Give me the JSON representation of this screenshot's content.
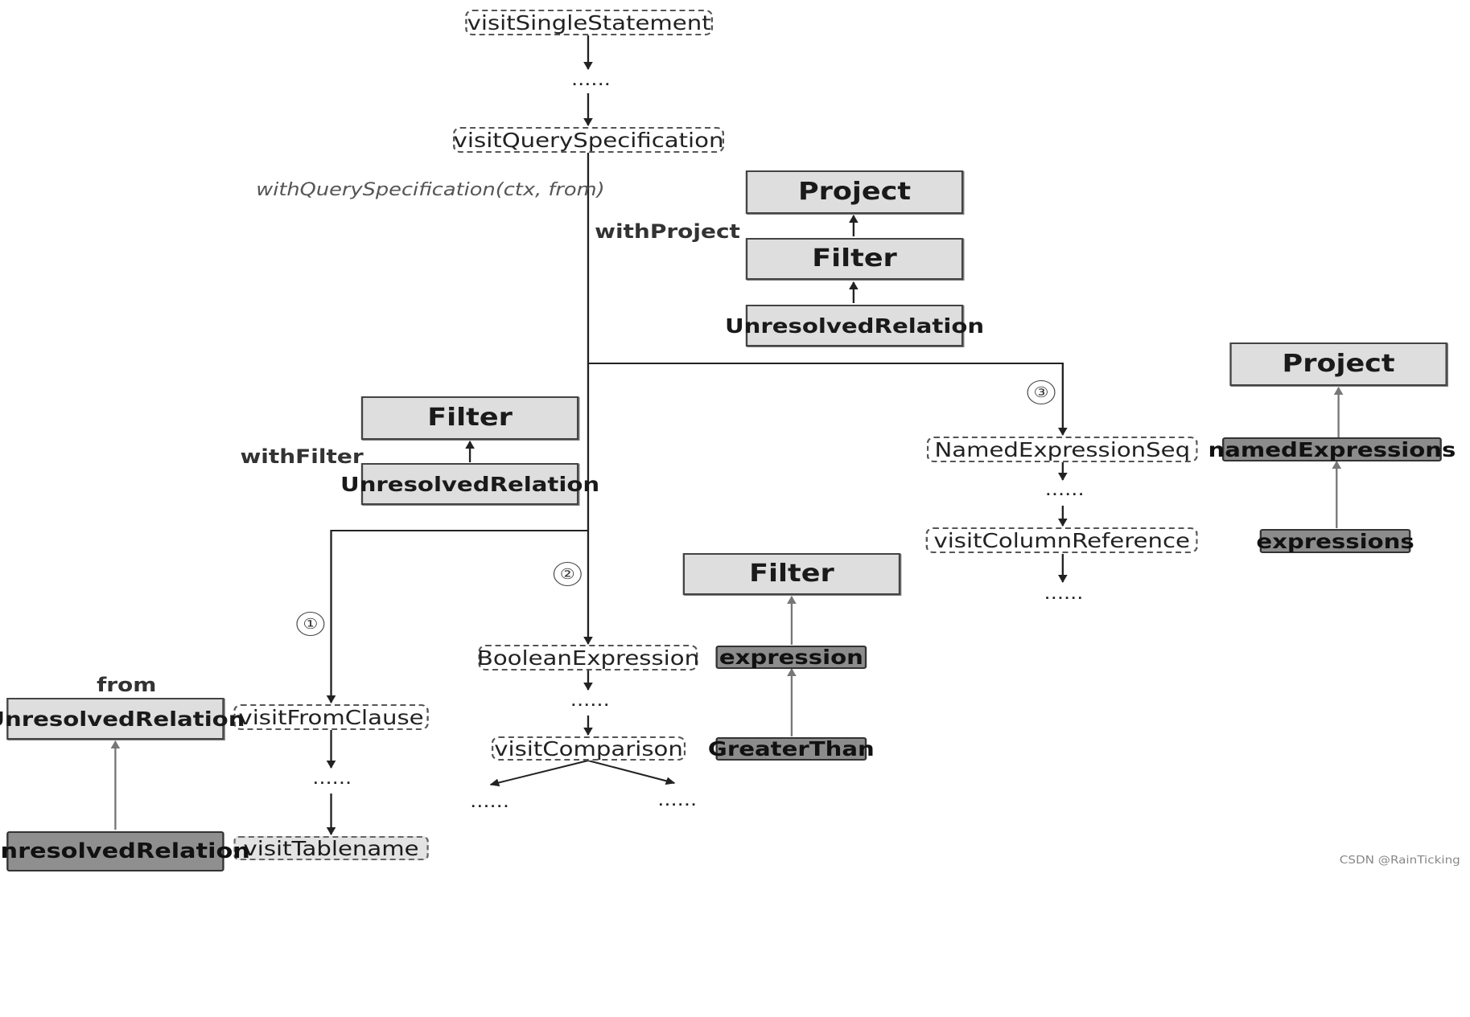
{
  "nodes": {
    "visit_single_statement": "visitSingleStatement",
    "visit_query_specification": "visitQuerySpecification",
    "with_query_specification": "withQuerySpecification(ctx, from)",
    "with_project": "withProject",
    "with_filter": "withFilter",
    "project_top": "Project",
    "filter_top": "Filter",
    "unresolved_relation_top": "UnresolvedRelation",
    "filter_mid": "Filter",
    "unresolved_relation_mid": "UnresolvedRelation",
    "named_expression_seq": "NamedExpressionSeq",
    "visit_column_reference": "visitColumnReference",
    "project_right": "Project",
    "named_expressions": "namedExpressions",
    "expressions": "expressions",
    "filter_expr": "Filter",
    "expression": "expression",
    "greater_than": "GreaterThan",
    "boolean_expression": "BooleanExpression",
    "visit_comparison": "visitComparison",
    "from_label": "from",
    "unresolved_relation_from": "UnresolvedRelation",
    "unresolved_relation_bottom": "UnresolvedRelation",
    "visit_from_clause": "visitFromClause",
    "visit_tablename": "visitTablename",
    "ellipsis": "......",
    "step_1": "①",
    "step_2": "②",
    "step_3": "③"
  },
  "watermark": "CSDN @RainTicking"
}
